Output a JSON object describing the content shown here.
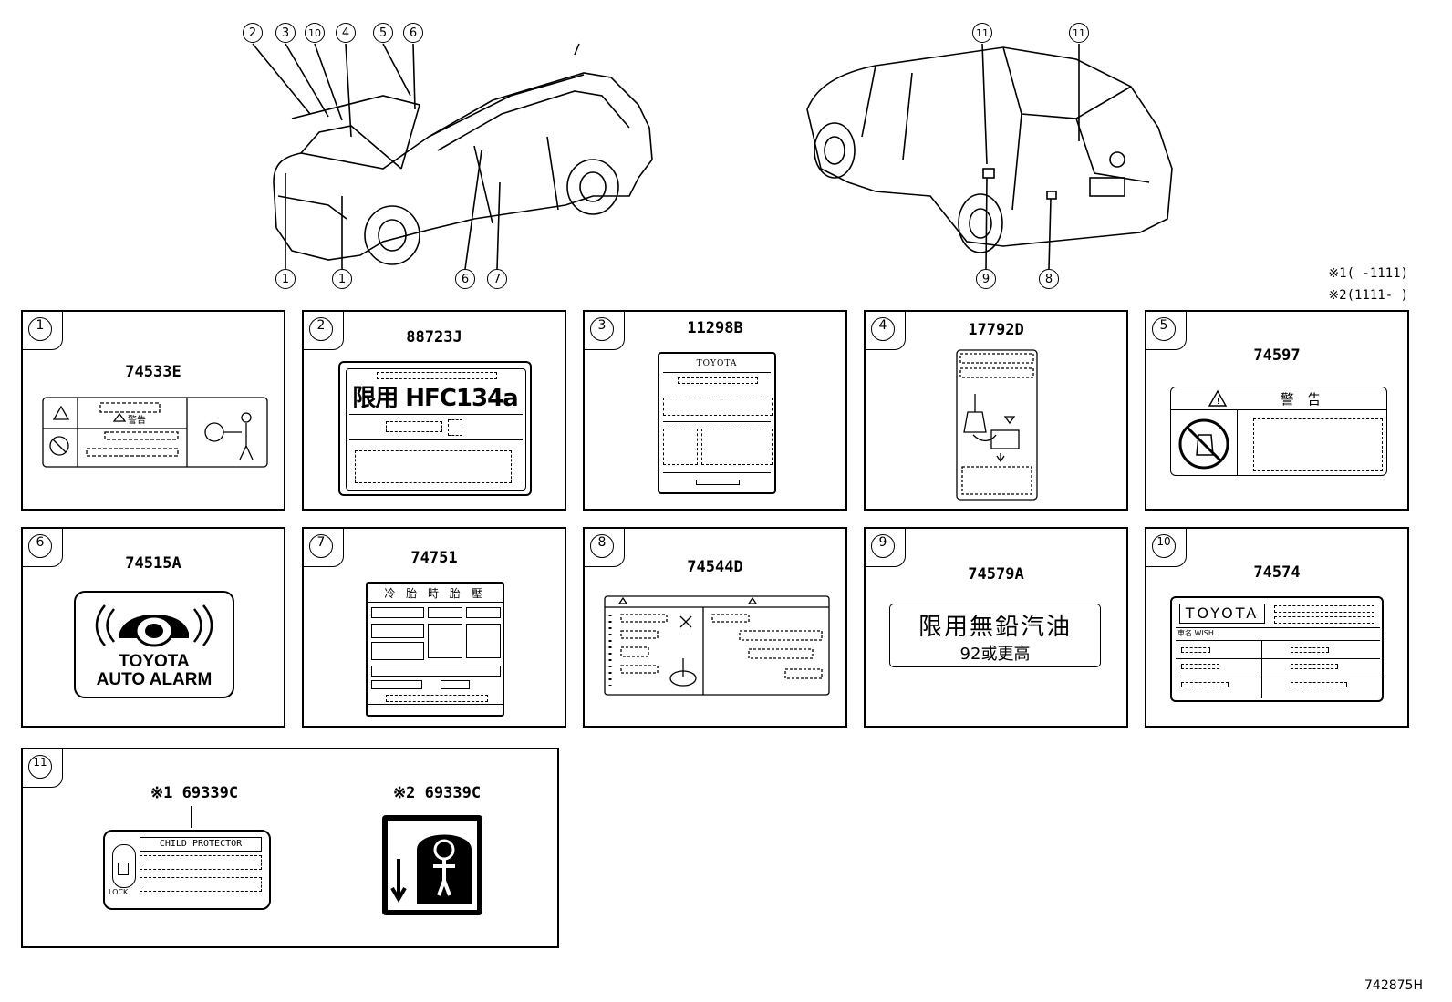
{
  "callouts_front": [
    "2",
    "3",
    "10",
    "4",
    "5",
    "6",
    "1",
    "1",
    "6",
    "7"
  ],
  "callouts_rear": [
    "11",
    "11",
    "9",
    "8"
  ],
  "notes": [
    {
      "mark": "※1",
      "text": "(       -1111)"
    },
    {
      "mark": "※2",
      "text": "(1111-       )"
    }
  ],
  "panels": [
    {
      "num": "1",
      "part": "74533E"
    },
    {
      "num": "2",
      "part": "88723J",
      "text": "限用 HFC134a"
    },
    {
      "num": "3",
      "part": "11298B",
      "brand": "TOYOTA"
    },
    {
      "num": "4",
      "part": "17792D"
    },
    {
      "num": "5",
      "part": "74597",
      "warning": "警   告"
    },
    {
      "num": "6",
      "part": "74515A",
      "line1": "TOYOTA",
      "line2": "AUTO ALARM"
    },
    {
      "num": "7",
      "part": "74751",
      "header": "冷 胎 時 胎 壓"
    },
    {
      "num": "8",
      "part": "74544D"
    },
    {
      "num": "9",
      "part": "74579A",
      "line1": "限用無鉛汽油",
      "line2": "92或更高"
    },
    {
      "num": "10",
      "part": "74574",
      "brand": "TOYOTA",
      "model": "車名 WISH"
    },
    {
      "num": "11",
      "part1": "※1 69339C",
      "part2": "※2 69339C",
      "child_text": "CHILD PROTECTOR",
      "lock": "LOCK"
    }
  ],
  "footer_code": "742875H"
}
